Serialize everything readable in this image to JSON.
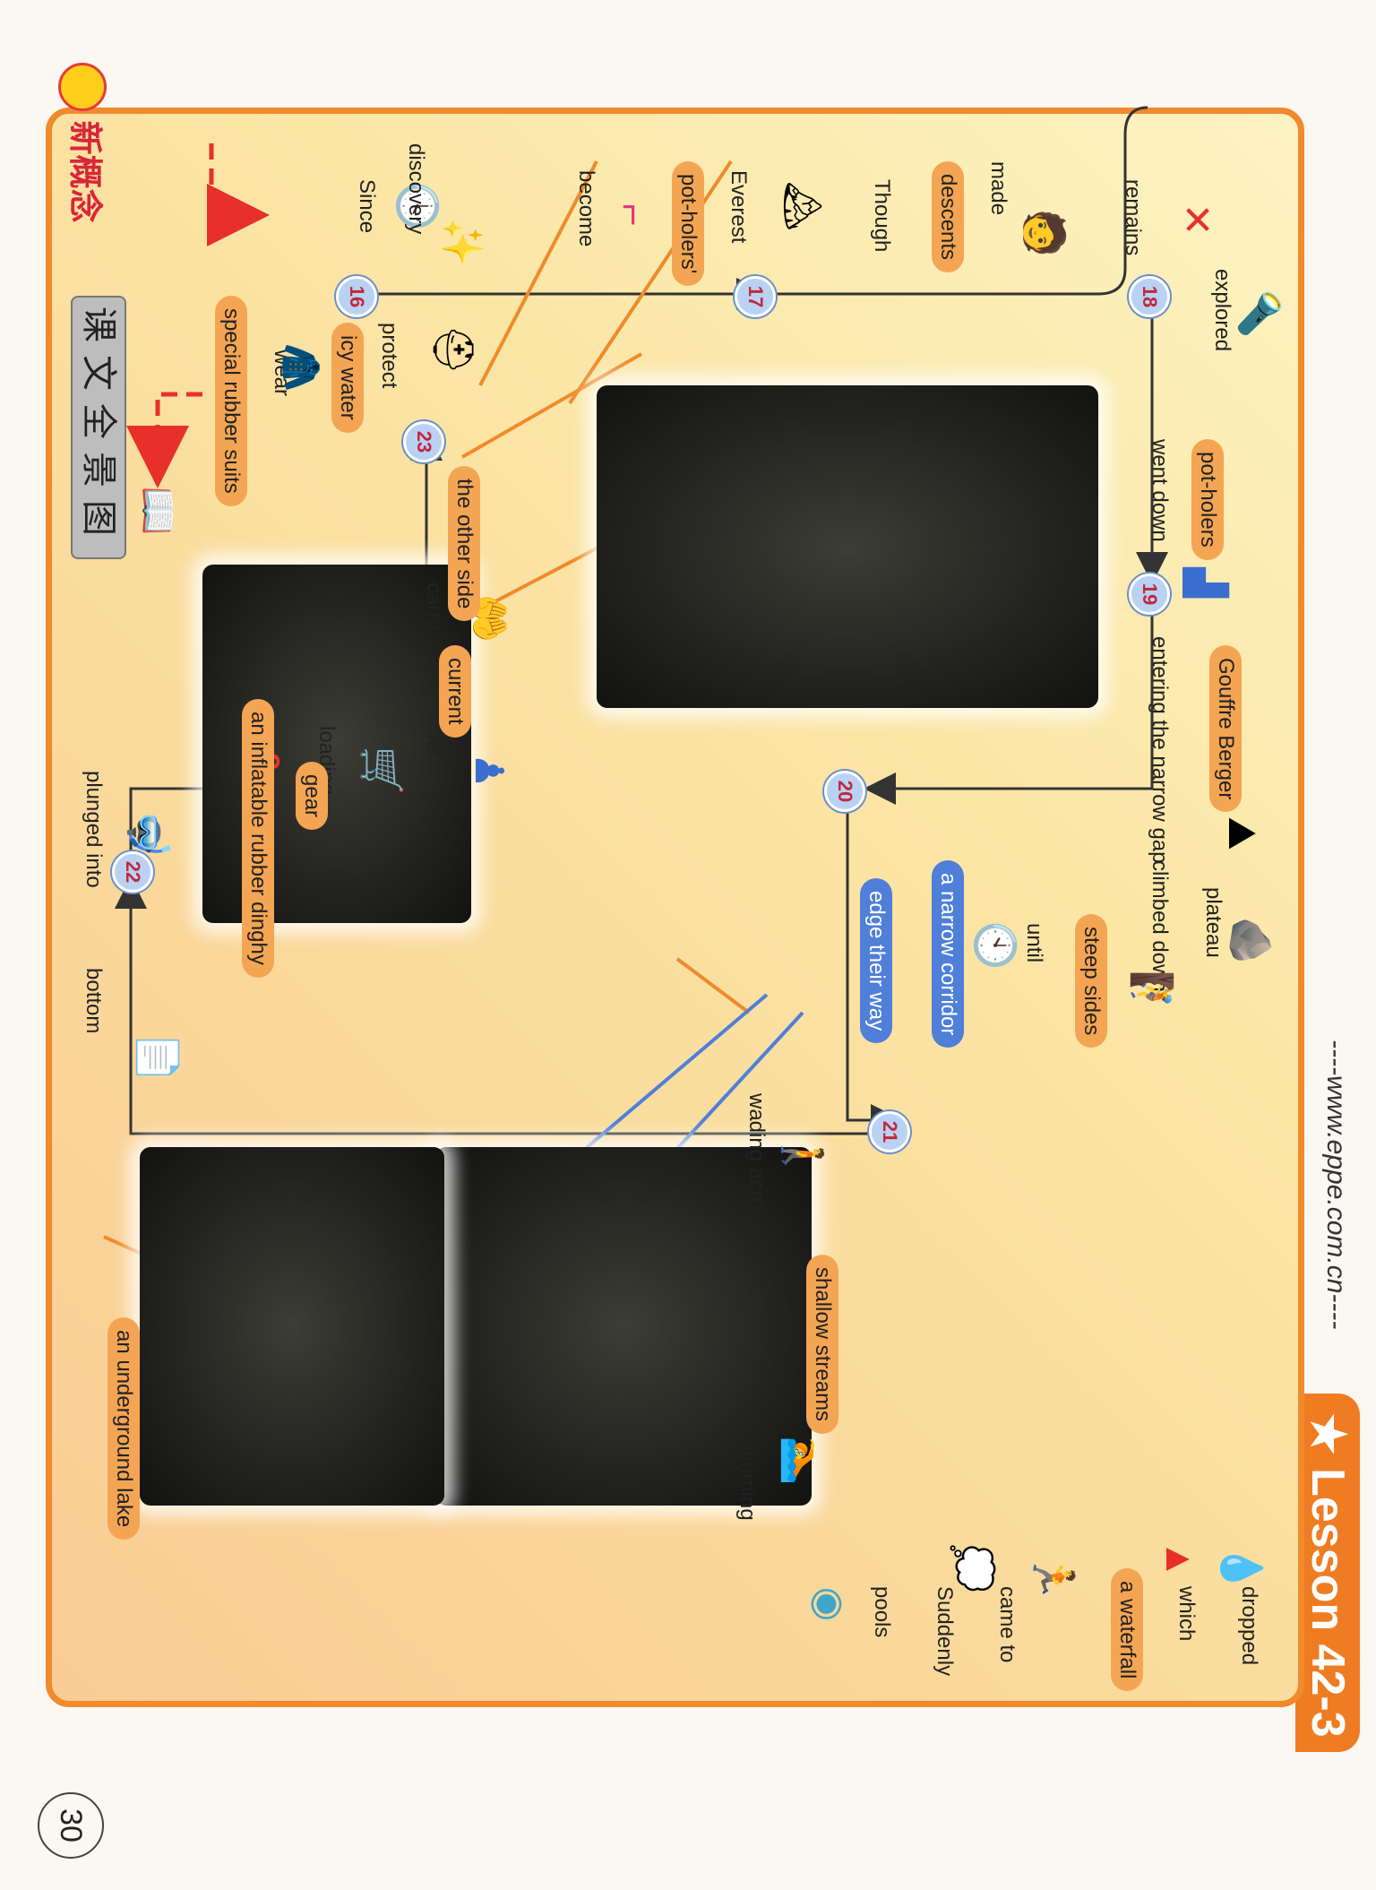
{
  "header": {
    "lesson_tab": "★ Lesson 42-3",
    "url": "----www.eppe.com.cn----",
    "brand": "新概念",
    "title_badge": "课文全景图",
    "page_number": "30"
  },
  "nodes": [
    "16",
    "17",
    "18",
    "19",
    "20",
    "21",
    "22",
    "23"
  ],
  "words": {
    "since": "Since",
    "discovery": "discovery",
    "become": "become",
    "potholers_poss": "pot-holers'",
    "everest": "Everest",
    "though": "Though",
    "descents": "descents",
    "made": "made",
    "remains": "remains",
    "explored": "explored",
    "potholers": "pot-holers",
    "went_down": "went down",
    "gouffre_berger": "Gouffre Berger",
    "entering": "entering the narrow gap",
    "plateau": "plateau",
    "climbed_down": "climbed down",
    "steep_sides": "steep sides",
    "until": "until",
    "narrow_corridor": "a narrow corridor",
    "edge": "edge their way",
    "wading": "wading across",
    "shallow_streams": "shallow streams",
    "swimming": "swimming",
    "pools": "pools",
    "suddenly": "Suddenly",
    "came_to": "came to",
    "waterfall": "a waterfall",
    "which": "which",
    "dropped": "dropped",
    "underground_lake": "an underground lake",
    "bottom": "bottom",
    "plunged_into": "plunged into",
    "and": "and",
    "loading": "loading",
    "gear": "gear",
    "inflatable": "an inflatable rubber dinghy",
    "let": "let",
    "current": "current",
    "carry": "carry",
    "other_side": "the other side",
    "protect": "protect",
    "icy_water": "icy water",
    "wear": "wear",
    "rubber_suits": "special rubber suits"
  },
  "icons": {
    "remains": "crossed-arrows-icon",
    "made": "person-icon",
    "though": "arrows-icon",
    "everest": "mountain-icon",
    "potholers": "badge-icon",
    "become": "bracket-icon",
    "discovery": "sparkle-icon",
    "since": "clock-icon",
    "explored": "explorer-icon",
    "went_down": "stairs-icon",
    "entering": "gap-icon",
    "plateau": "rock-icon",
    "climbed_down": "climber-icon",
    "until": "clock-icon",
    "wading": "wading-icon",
    "swimming": "swimmer-icon",
    "pools": "pool-icon",
    "suddenly": "surprise-icon",
    "came_to": "arrival-icon",
    "which": "shapes-icon",
    "dropped": "drops-icon",
    "bottom": "paper-stack-icon",
    "plunged": "diver-icon",
    "loading": "cart-icon",
    "let": "figure-icon",
    "carry": "hands-icon",
    "protect": "helmet-icon",
    "wear": "suit-icon",
    "book": "book-icon"
  },
  "colors": {
    "accent": "#ef7c23",
    "pill": "#f4a553",
    "pill_blue": "#4f7fd8",
    "node_text": "#c2283b"
  }
}
